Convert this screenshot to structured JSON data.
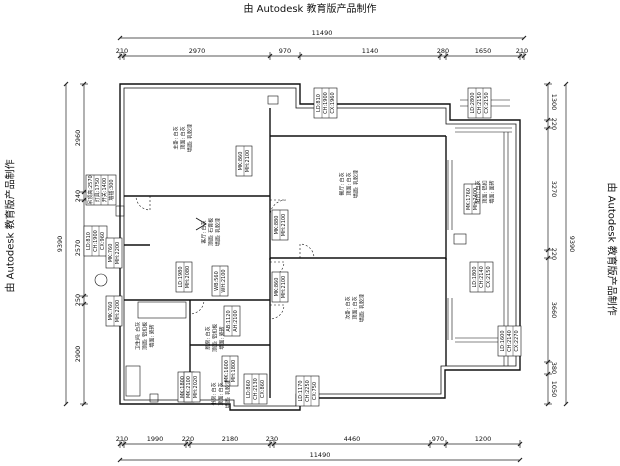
{
  "watermark": "由 Autodesk 教育版产品制作",
  "dims": {
    "top_total": "11490",
    "top": [
      "210",
      "2970",
      "970",
      "1140",
      "280",
      "1650",
      "210"
    ],
    "bottom_total": "11490",
    "bottom": [
      "210",
      "1990",
      "220",
      "2180",
      "230",
      "4460",
      "970",
      "1200"
    ],
    "left_total": "9390",
    "left": [
      "2960",
      "240",
      "2570",
      "250",
      "2900"
    ],
    "right_total": "9390",
    "right": [
      "1300",
      "220",
      "3270",
      "220",
      "3660",
      "380",
      "1050"
    ]
  },
  "tags": [
    {
      "lines": [
        "LD:810",
        "CH:1900",
        "CX:1960"
      ]
    },
    {
      "lines": [
        "MK:860",
        "MH:2100"
      ]
    },
    {
      "lines": [
        "MK:880",
        "MH:2100"
      ]
    },
    {
      "lines": [
        "MK:860",
        "MH:2100"
      ]
    },
    {
      "lines": [
        "LD:2800",
        "CH:2150",
        "CX:2150"
      ]
    },
    {
      "lines": [
        "LD:1800",
        "CH:2140",
        "CX:2150"
      ]
    },
    {
      "lines": [
        "LD:1600",
        "CH:2140",
        "CX:2270"
      ]
    },
    {
      "lines": [
        "WB:560",
        "WH:2100"
      ]
    },
    {
      "lines": [
        "AB:1120",
        "AH:2100"
      ]
    },
    {
      "lines": [
        "吊顶高:2570",
        "灯具:1750",
        "开关:1400",
        "墙插:300"
      ]
    },
    {
      "lines": [
        "LD:810",
        "CH:1900",
        "CX:960"
      ]
    },
    {
      "lines": [
        "MK:760",
        "MH:2200"
      ]
    },
    {
      "lines": [
        "MK:760",
        "MH:2200"
      ]
    },
    {
      "lines": [
        "MK:1760",
        "MH:2400"
      ]
    },
    {
      "lines": [
        "LD:1170",
        "CH:2250",
        "CX:750"
      ]
    },
    {
      "lines": [
        "LD:1980",
        "MH:2080"
      ]
    },
    {
      "lines": [
        "MK:1800",
        "MH:2100"
      ]
    },
    {
      "lines": [
        "MK:1600",
        "MH:1800"
      ]
    },
    {
      "lines": [
        "MK:2100",
        "MH:2020"
      ]
    },
    {
      "lines": [
        "LD:860",
        "CH:2130",
        "CX:860"
      ]
    }
  ],
  "rooms": [
    {
      "lines": [
        "主卧: 白灰",
        "顶面: 白灰",
        "墙面: 乳胶漆"
      ]
    },
    {
      "lines": [
        "客厅: 白灰",
        "顶面: 石膏板",
        "墙面: 乳胶漆"
      ]
    },
    {
      "lines": [
        "阳台: 白灰",
        "顶面: 铝扣",
        "墙面: 面砖"
      ]
    },
    {
      "lines": [
        "餐厅: 白灰",
        "顶面: 白灰",
        "墙面: 乳胶漆"
      ]
    },
    {
      "lines": [
        "次卧: 白灰",
        "顶面: 白灰",
        "墙面: 乳胶漆"
      ]
    },
    {
      "lines": [
        "厨房: 白灰",
        "顶面: 铝扣板",
        "墙面: 瓷砖"
      ]
    },
    {
      "lines": [
        "卫生间: 白灰",
        "顶面: 铝扣板",
        "墙面: 瓷砖"
      ]
    },
    {
      "lines": [
        "书房: 白灰",
        "顶面: 白灰",
        "墙面: 乳胶漆"
      ]
    }
  ]
}
